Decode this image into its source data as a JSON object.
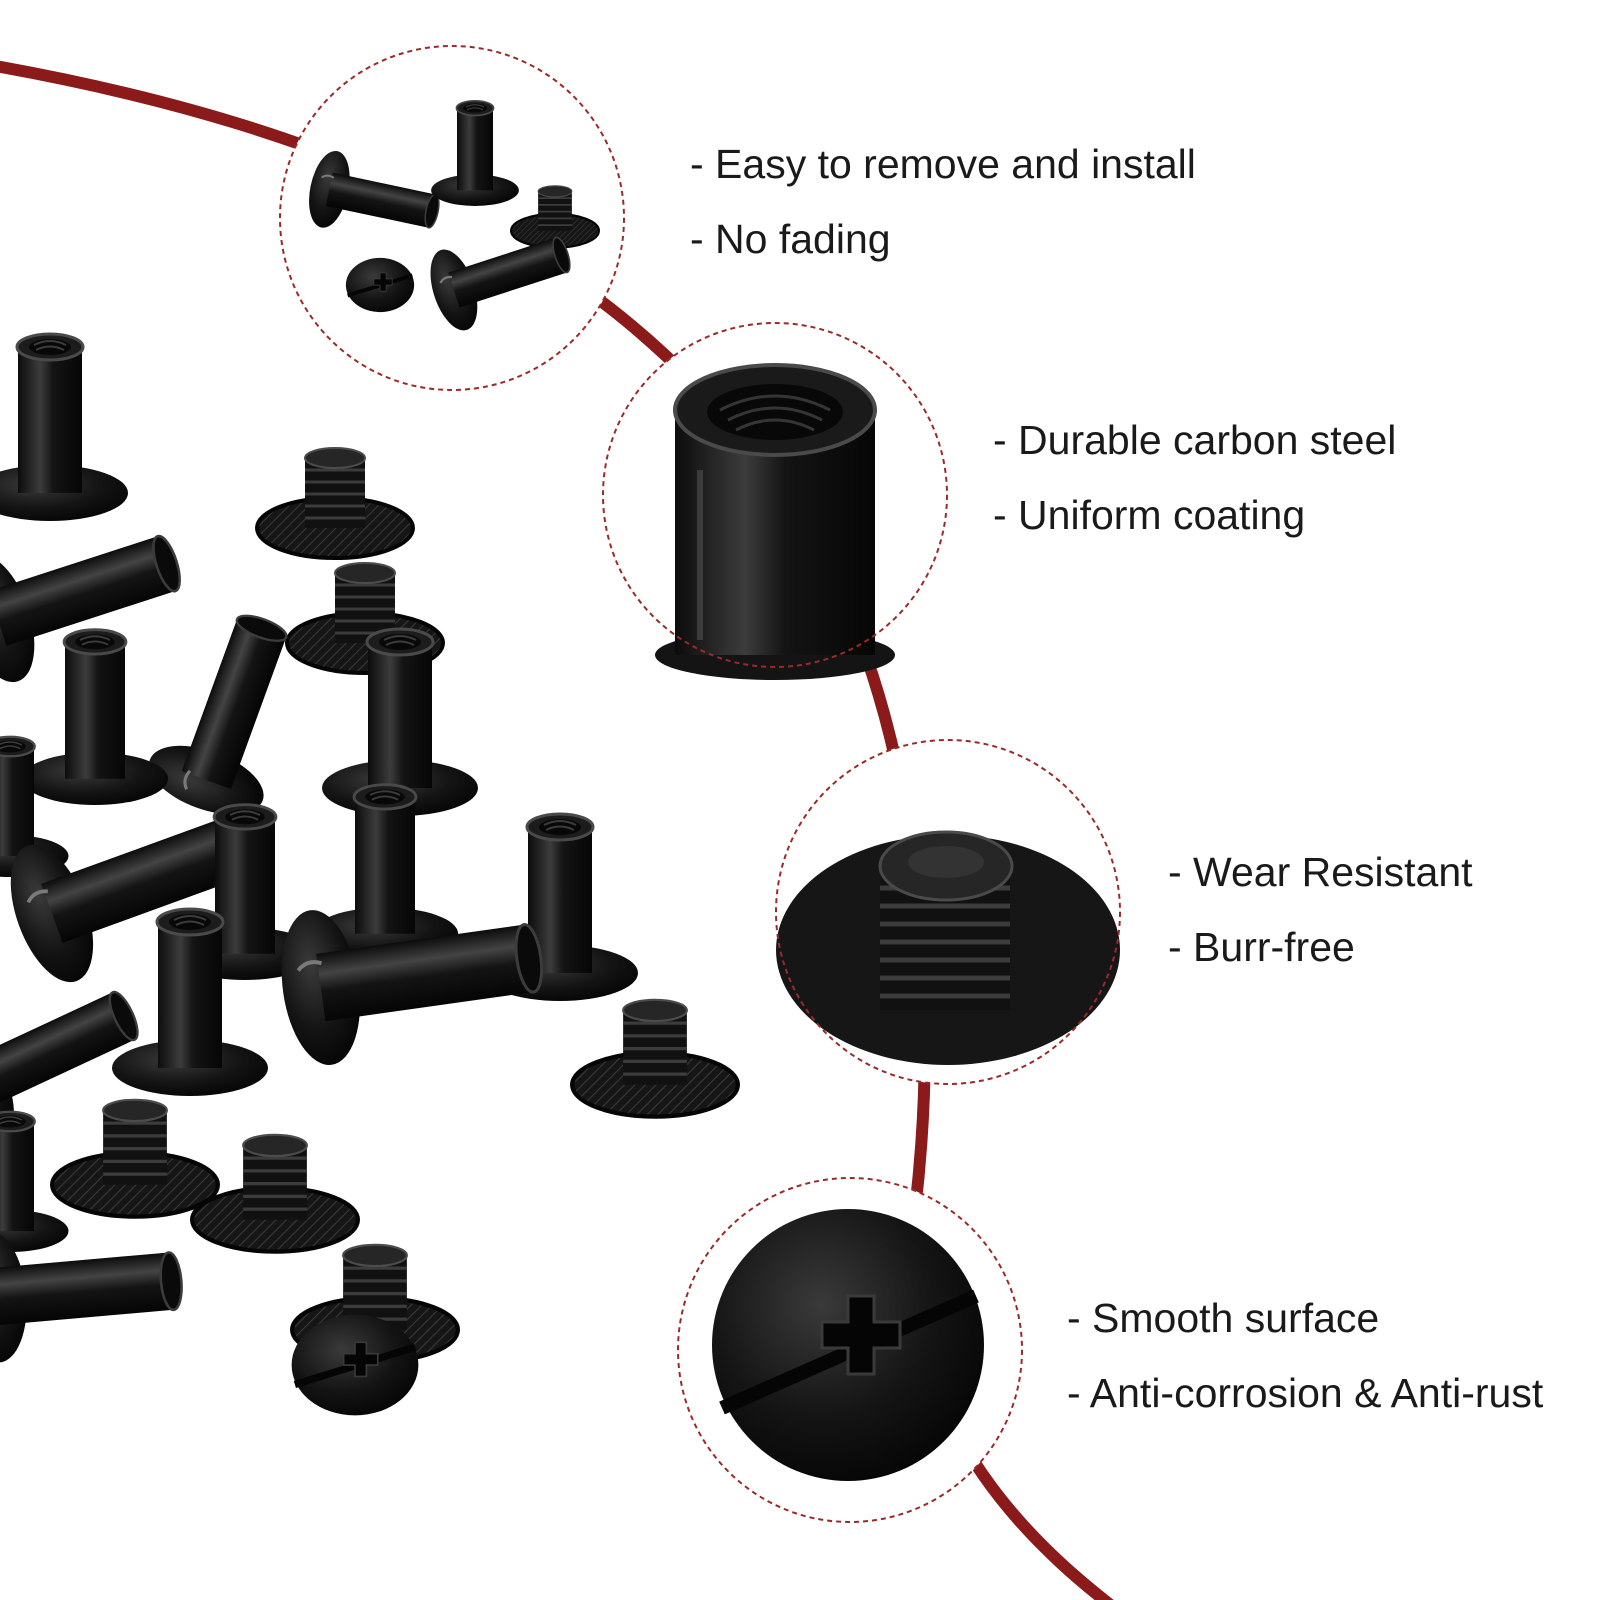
{
  "colors": {
    "accent_arc": "#8b1a1a",
    "callout_border": "#9a2a2a",
    "metal": "#141414",
    "metal_highlight": "#5a5a5a",
    "text": "#1a1a1a",
    "background": "#ffffff"
  },
  "callouts": [
    {
      "depicts": "assorted-chicago-screws",
      "features": [
        "- Easy to remove and install",
        "- No fading"
      ]
    },
    {
      "depicts": "threaded-barrel-post",
      "features": [
        "- Durable carbon steel",
        "- Uniform coating"
      ]
    },
    {
      "depicts": "threaded-screw-head",
      "features": [
        "- Wear Resistant",
        "- Burr-free"
      ]
    },
    {
      "depicts": "slotted-cross-screw-cap",
      "features": [
        "- Smooth surface",
        "- Anti-corrosion & Anti-rust"
      ]
    }
  ]
}
